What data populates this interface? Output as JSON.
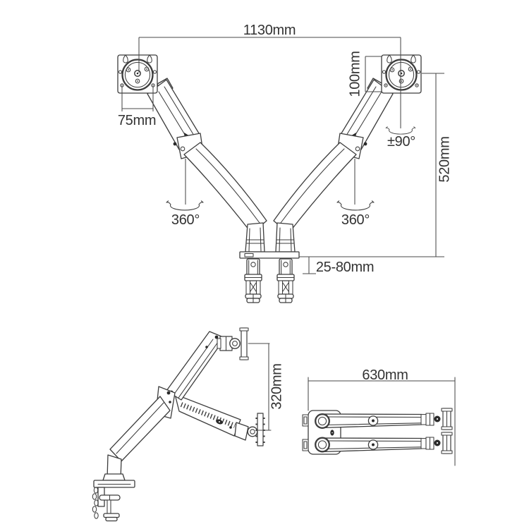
{
  "page": {
    "background": "#ffffff",
    "line_color": "#3d3d3d",
    "text_color": "#333333",
    "subject": "Dual monitor desk mount gas-spring arm - dimensional line drawing"
  },
  "views": {
    "front": {
      "name": "front-elevation",
      "dims": {
        "overall_width": "1130mm",
        "vesa_hole_width": "75mm",
        "vesa_hole_height": "100mm",
        "screen_rotation": "±90°",
        "column_height": "520mm",
        "arm_swivel_left": "360°",
        "arm_swivel_right": "360°",
        "desk_clamp_range": "25-80mm"
      }
    },
    "side": {
      "name": "side-view",
      "dims": {
        "height_adjustment": "320mm"
      }
    },
    "top": {
      "name": "top-view",
      "dims": {
        "arm_reach": "630mm"
      }
    }
  }
}
